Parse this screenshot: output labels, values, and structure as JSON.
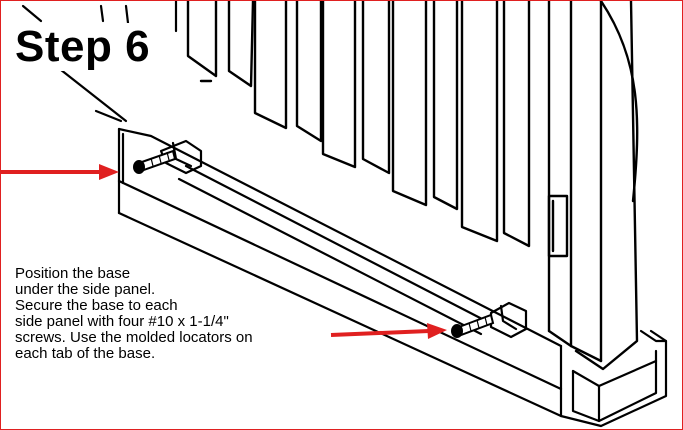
{
  "title": "Step 6",
  "instructions": [
    "Position the base",
    "under the side panel.",
    "Secure the base to each",
    "side panel with four #10 x 1-1/4\"",
    "screws. Use the molded locators on",
    "each tab of the base."
  ],
  "colors": {
    "border": "#e02020",
    "arrow": "#e02020",
    "line_art": "#000000",
    "background": "#ffffff"
  },
  "illustration": {
    "subject": "crib side panel with slats attached to base",
    "callouts": [
      "screw-arrow-left",
      "screw-arrow-right"
    ]
  }
}
